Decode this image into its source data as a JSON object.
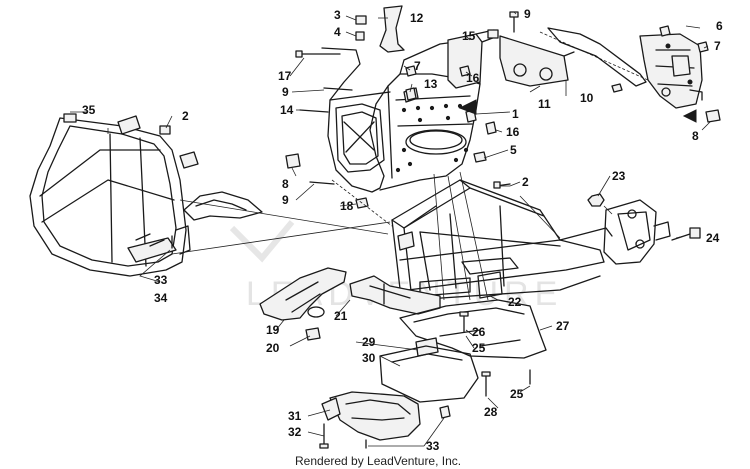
{
  "watermark": "LEADVENTURE",
  "credit": "Rendered by LeadVenture, Inc.",
  "callouts": [
    "35",
    "2",
    "3",
    "4",
    "12",
    "15",
    "9",
    "6",
    "7",
    "17",
    "9",
    "7",
    "13",
    "16",
    "10",
    "11",
    "14",
    "1",
    "16",
    "5",
    "8",
    "9",
    "18",
    "2",
    "23",
    "24",
    "33",
    "34",
    "22",
    "21",
    "19",
    "20",
    "26",
    "25",
    "27",
    "29",
    "30",
    "25",
    "28",
    "31",
    "32",
    "33",
    "8"
  ]
}
